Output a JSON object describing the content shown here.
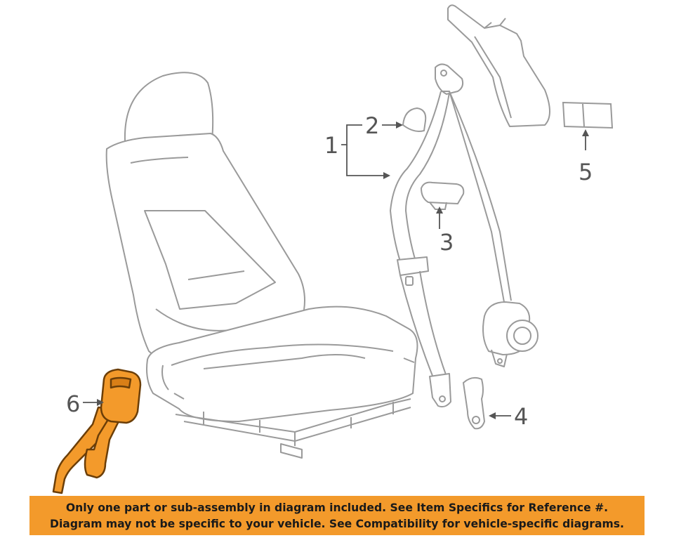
{
  "diagram": {
    "callouts": [
      "1",
      "2",
      "3",
      "4",
      "5",
      "6"
    ],
    "highlight_color": "#f39a2b",
    "line_color": "#9a9a9a"
  },
  "banner": {
    "line1": "Only one part or sub-assembly in diagram included. See Item Specifics for Reference #.",
    "line2": "Diagram may not be specific to your vehicle. See Compatibility for vehicle-specific diagrams.",
    "background": "#f39a2b"
  }
}
